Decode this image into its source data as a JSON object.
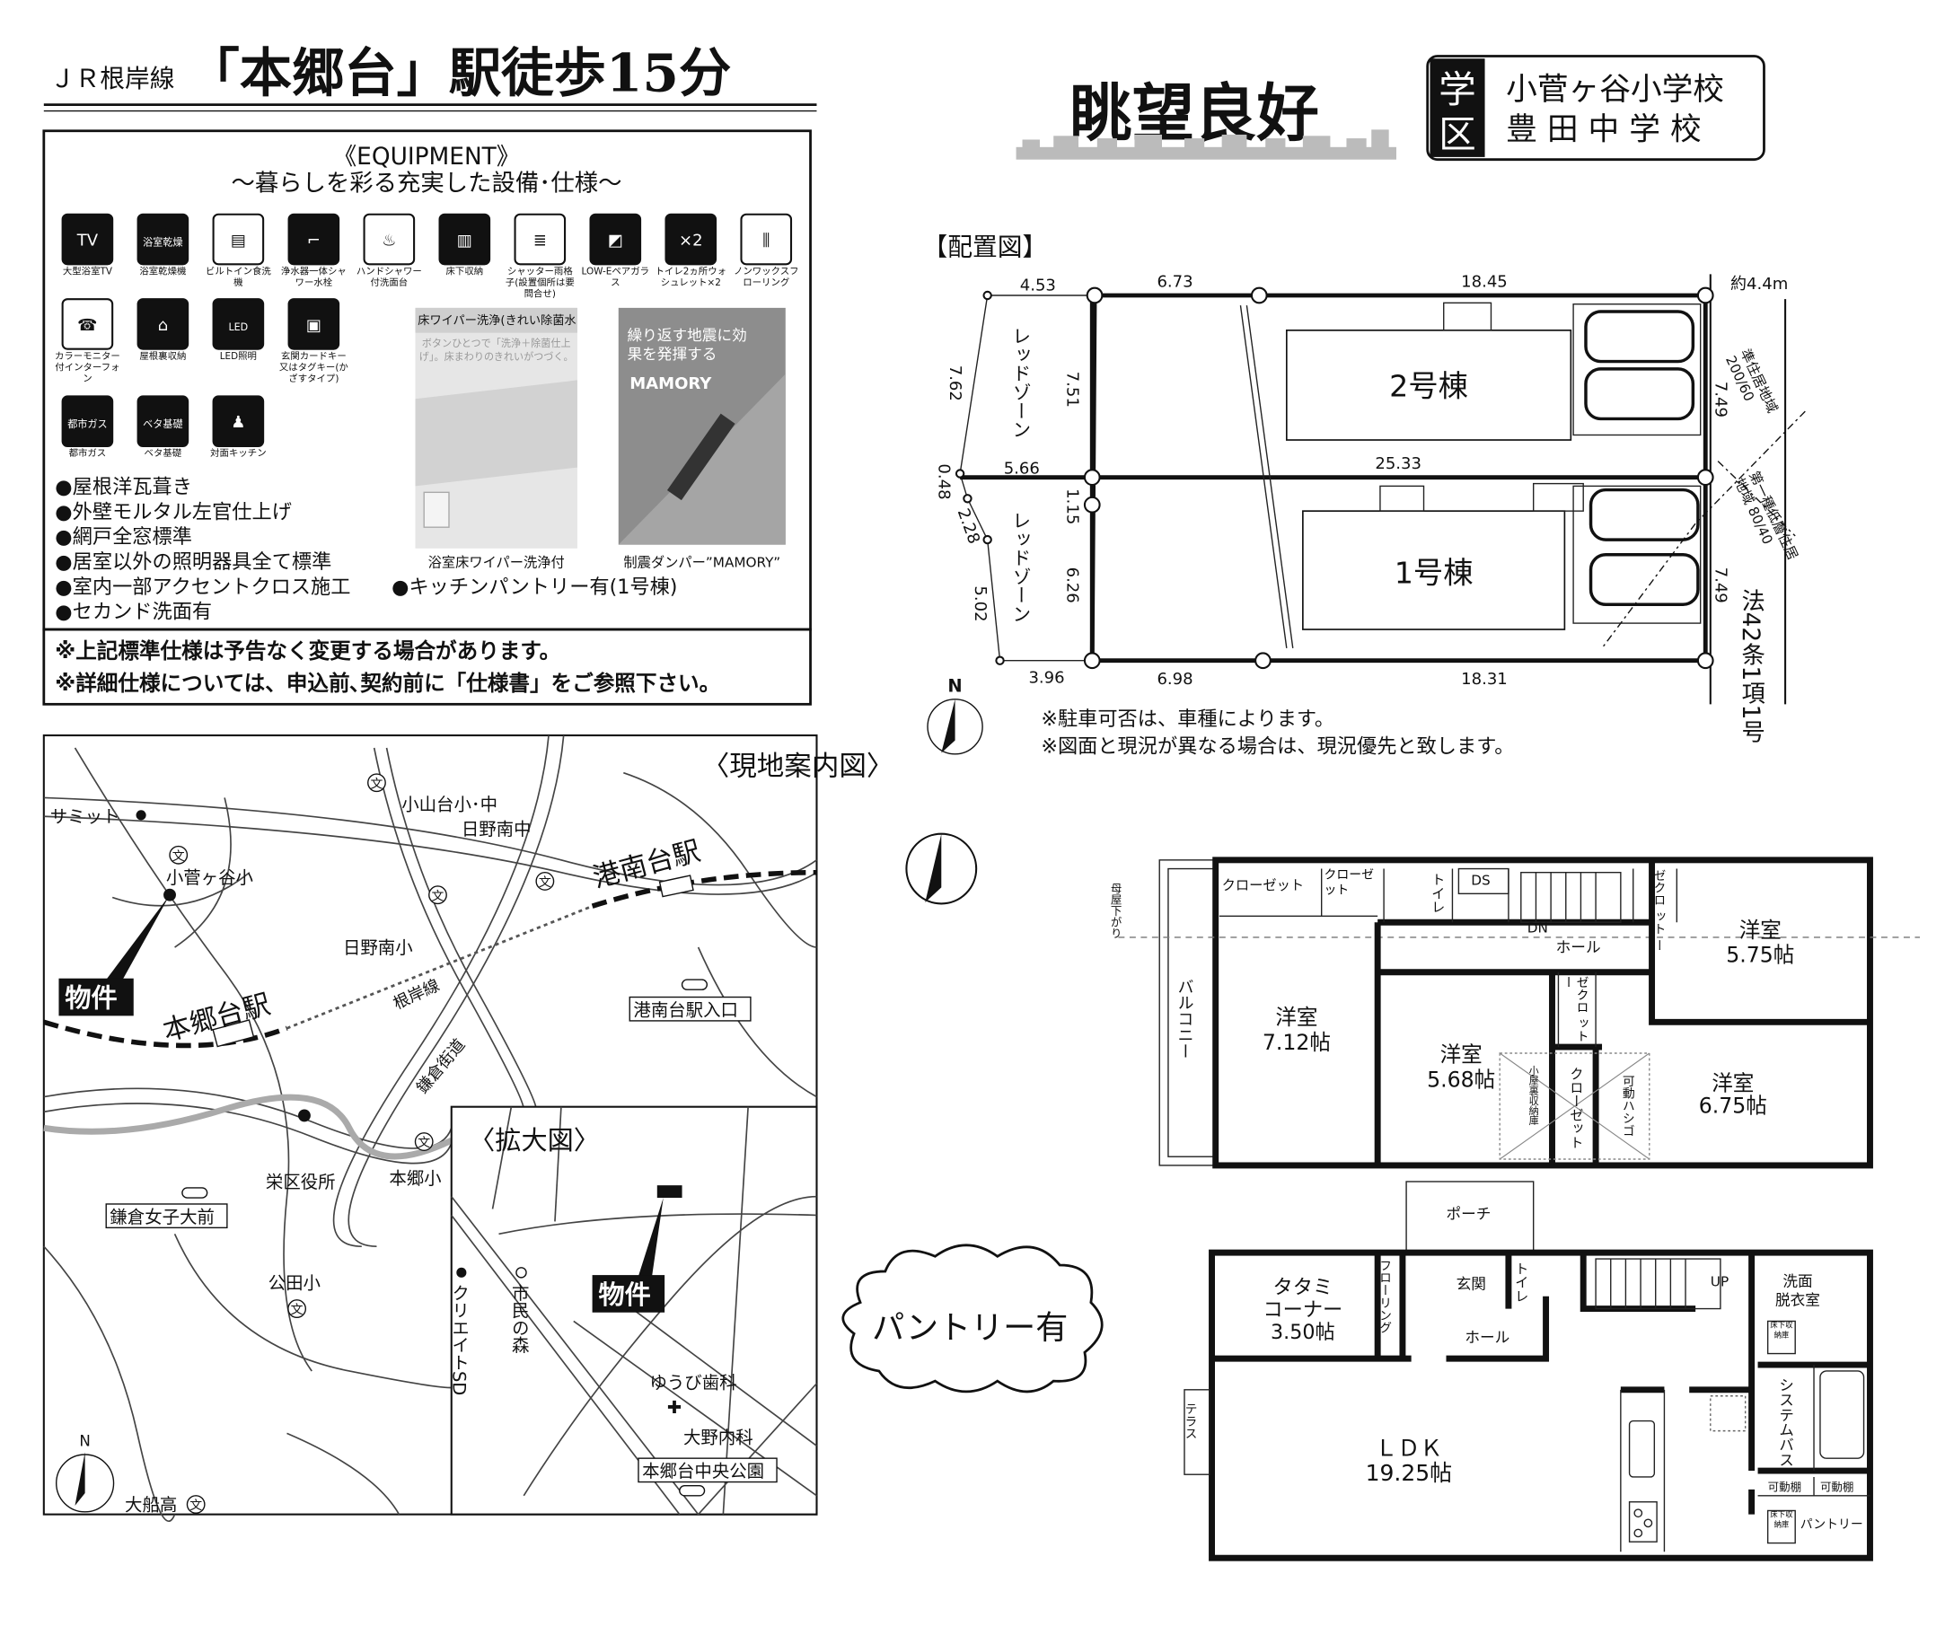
{
  "header": {
    "line": "ＪＲ根岸線",
    "station": "「本郷台」駅徒歩15分",
    "view": "眺望良好",
    "school_badge": [
      "学",
      "区"
    ],
    "schools": [
      "小菅ヶ谷小学校",
      "豊 田 中 学 校"
    ]
  },
  "equipment": {
    "title": "《EQUIPMENT》",
    "subtitle": "～暮らしを彩る充実した設備･仕様～",
    "icons": [
      {
        "label": "大型浴室TV",
        "icon": "bath-tv-icon",
        "glyph": "TV"
      },
      {
        "label": "浴室乾燥機",
        "icon": "bath-dryer-icon",
        "glyph": "浴室乾燥"
      },
      {
        "label": "ビルトイン食洗機",
        "icon": "dishwasher-icon",
        "glyph": "▤"
      },
      {
        "label": "浄水器一体シャワー水栓",
        "icon": "faucet-icon",
        "glyph": "⌐"
      },
      {
        "label": "ハンドシャワー付洗面台",
        "icon": "washbasin-icon",
        "glyph": "♨"
      },
      {
        "label": "床下収納",
        "icon": "underfloor-storage-icon",
        "glyph": "▥"
      },
      {
        "label": "シャッター雨格子(設置個所は要問合せ)",
        "icon": "shutter-icon",
        "glyph": "≣"
      },
      {
        "label": "LOW-Eペアガラス",
        "icon": "window-icon",
        "glyph": "◩"
      },
      {
        "label": "トイレ2ヵ所ウォシュレット×2",
        "icon": "toilet-icon",
        "glyph": "×2"
      },
      {
        "label": "ノンワックスフローリング",
        "icon": "flooring-icon",
        "glyph": "⫼"
      },
      {
        "label": "カラーモニター付インターフォン",
        "icon": "intercom-icon",
        "glyph": "☎"
      },
      {
        "label": "屋根裏収納",
        "icon": "attic-storage-icon",
        "glyph": "⌂"
      },
      {
        "label": "LED照明",
        "icon": "led-light-icon",
        "glyph": "LED"
      },
      {
        "label": "玄関カードキー又はタグキー(かざすタイプ)",
        "icon": "card-key-icon",
        "glyph": "▣"
      },
      {
        "label": "都市ガス",
        "icon": "city-gas-icon",
        "glyph": "都市ガス"
      },
      {
        "label": "ベタ基礎",
        "icon": "foundation-icon",
        "glyph": "ベタ基礎"
      },
      {
        "label": "対面キッチン",
        "icon": "kitchen-icon",
        "glyph": "♟"
      }
    ],
    "photo1": {
      "heading": "床ワイパー洗浄(きれい除菌水)",
      "sub": "ボタンひとつで「洗浄＋除菌仕上げ」。床まわりのきれいがつづく。",
      "caption": "浴室床ワイパー洗浄付"
    },
    "photo2": {
      "heading": "繰り返す地震に効果を発揮する",
      "brand": "MAMORY",
      "caption": "制震ダンパー”MAMORY”"
    },
    "bullets": [
      "●屋根洋瓦葺き",
      "●外壁モルタル左官仕上げ",
      "●網戸全窓標準",
      "●居室以外の照明器具全て標準",
      "●室内一部アクセントクロス施工",
      "●キッチンパントリー有(1号棟)",
      "●セカンド洗面有"
    ],
    "notes": [
      "※上記標準仕様は予告なく変更する場合があります。",
      "※詳細仕様については、申込前､契約前に「仕様書」をご参照下さい。"
    ]
  },
  "map": {
    "title": "〈現地案内図〉",
    "inset_title": "〈拡大図〉",
    "property": "物件",
    "north": "N",
    "school_mark": "文",
    "labels": {
      "summit": "サミット",
      "kosugaya": "小菅ヶ谷小",
      "koyamadai": "小山台小･中",
      "hinominami_jh": "日野南中",
      "hinominami_es": "日野南小",
      "konandai_st": "港南台駅",
      "hongodai_st": "本郷台駅",
      "negishi": "根岸線",
      "konandai_entrance": "港南台駅入口",
      "kamakura_kaido": "鎌倉街道",
      "sakae_office": "栄区役所",
      "hongo_es": "本郷小",
      "kamakura_joshi": "鎌倉女子大前",
      "kuden_es": "公田小",
      "ofuna_hs": "大船高",
      "create_sd": "クリエイトSD",
      "shimin_mori": "市民の森",
      "yuubi_dental": "ゆうび歯科",
      "ono_clinic": "大野内科",
      "hongodai_park": "本郷台中央公園"
    }
  },
  "site_plan": {
    "title": "【配置図】",
    "dims": {
      "top_a": "4.53",
      "top_b": "6.73",
      "top_c": "18.45",
      "road_width": "約4.4m",
      "left_a": "7.62",
      "mid_a": "7.51",
      "right_a": "7.49",
      "mid_h_a": "5.66",
      "mid_h_b": "25.33",
      "left_b": "0.48",
      "left_c": "2.28",
      "mid_b": "1.15",
      "mid_c": "6.26",
      "left_d": "5.02",
      "right_b": "7.49",
      "bot_a": "3.96",
      "bot_b": "6.98",
      "bot_c": "18.31"
    },
    "red_zone": "レッドゾーン",
    "building2": "2号棟",
    "building1": "1号棟",
    "zone1": "準住居地域 200/60",
    "zone2": "第一種低層住居地域 80/40",
    "road_law": "法42条1項1号",
    "notes": [
      "※駐車可否は、車種によります。",
      "※図面と現況が異なる場合は、現況優先と致します。"
    ]
  },
  "floor2": {
    "height_note": "母屋下がり",
    "balcony": "バルコニー",
    "closet1": "クローゼット",
    "closet2": "クローゼット",
    "toilet": "トイレ",
    "ds": "DS",
    "closet3": "ゼクロ ット ー",
    "dn": "DN",
    "hall": "ホール",
    "room1": {
      "name": "洋室",
      "size": "7.12帖"
    },
    "room2": {
      "name": "洋室",
      "size": "5.75帖"
    },
    "room3": {
      "name": "洋室",
      "size": "5.68帖"
    },
    "room4": {
      "name": "洋室",
      "size": "6.75帖"
    },
    "closet4": "ゼクロ ット ー",
    "closet5": "クローゼット",
    "attic": "小屋裏収納庫",
    "ladder": "可動ハシゴ"
  },
  "floor1": {
    "porch": "ポーチ",
    "tatami": {
      "name1": "タタミ",
      "name2": "コーナー",
      "size": "3.50帖"
    },
    "flooring": "フローリング",
    "entrance": "玄関",
    "hall": "ホール",
    "toilet": "トイレ",
    "up": "UP",
    "washroom1": "洗面",
    "washroom2": "脱衣室",
    "bath": "システムバス",
    "shelf1": "可動棚",
    "shelf2": "可動棚",
    "underfloor1": "床下収納庫",
    "underfloor2": "床下収納庫",
    "pantry": "パントリー",
    "terrace": "テラス",
    "ldk": {
      "name": "ＬＤＫ",
      "size": "19.25帖"
    }
  },
  "callout": {
    "pantry": "パントリー有"
  }
}
